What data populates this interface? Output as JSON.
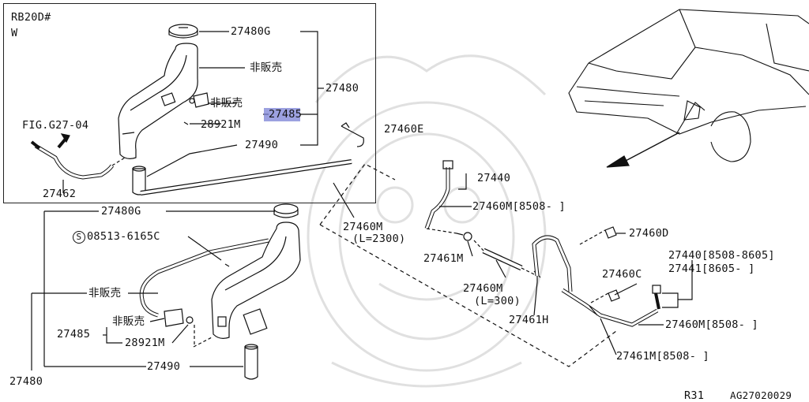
{
  "header": {
    "engine": "RB20D#",
    "variant": "W"
  },
  "callouts": {
    "p27480g_top": "27480G",
    "not_for_sale_1": "非販売",
    "p27480_top": "27480",
    "not_for_sale_2": "非販売",
    "p27485_top": "27485",
    "p28921m_top": "28921M",
    "p27490_top": "27490",
    "fig_ref": "FIG.G27-04",
    "p27462": "27462",
    "p27460e": "27460E",
    "p27440": "27440",
    "p27460m_a": "27460M[8508-  ]",
    "p27480g": "27480G",
    "p27460m_2300": "27460M",
    "len_2300": "(L=2300)",
    "screw": "08513-6165C",
    "p27460d": "27460D",
    "p27461m": "27461M",
    "p27440_b": "27440[8508-8605]",
    "p27441": "27441[8605-  ]",
    "p27460c": "27460C",
    "p27460m_300": "27460M",
    "len_300": "(L=300)",
    "not_for_sale_3": "非販売",
    "not_for_sale_4": "非販売",
    "p27461h": "27461H",
    "p27460m_b": "27460M[8508-  ]",
    "p27485": "27485",
    "p28921m": "28921M",
    "p27490": "27490",
    "p27461m_b": "27461M[8508-  ]",
    "p27480": "27480"
  },
  "highlighted_part": "27485",
  "footer": {
    "model": "R31",
    "code": "AG27020029"
  },
  "colors": {
    "line": "#111111",
    "highlight": "#7b82d6",
    "watermark": "#d6d6d6"
  }
}
